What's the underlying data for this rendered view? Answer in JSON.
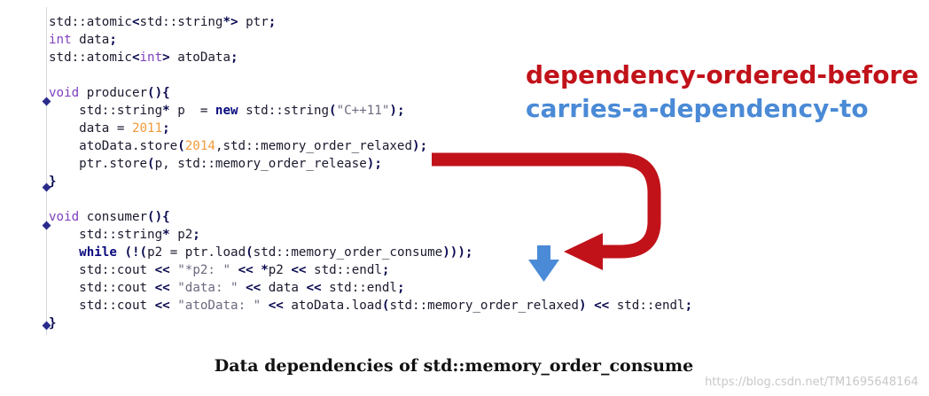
{
  "code": {
    "lines": [
      "std::atomic<std::string*> ptr;",
      "int data;",
      "std::atomic<int> atoData;",
      "",
      "void producer(){",
      "    std::string* p  = new std::string(\"C++11\");",
      "    data = 2011;",
      "    atoData.store(2014,std::memory_order_relaxed);",
      "    ptr.store(p, std::memory_order_release);",
      "}",
      "",
      "void consumer(){",
      "    std::string* p2;",
      "    while (!(p2 = ptr.load(std::memory_order_consume)));",
      "    std::cout << \"*p2: \" << *p2 << std::endl;",
      "    std::cout << \"data: \" << data << std::endl;",
      "    std::cout << \"atoData: \" << atoData.load(std::memory_order_relaxed) << std::endl;",
      "}"
    ]
  },
  "legend": {
    "dependency_ordered_before": "dependency-ordered-before",
    "carries_a_dependency_to": "carries-a-dependency-to",
    "red_color": "#c1121a",
    "blue_color": "#4a8ad6"
  },
  "caption": "Data dependencies of std::memory_order_consume",
  "watermark": "https://blog.csdn.net/TM1695648164"
}
